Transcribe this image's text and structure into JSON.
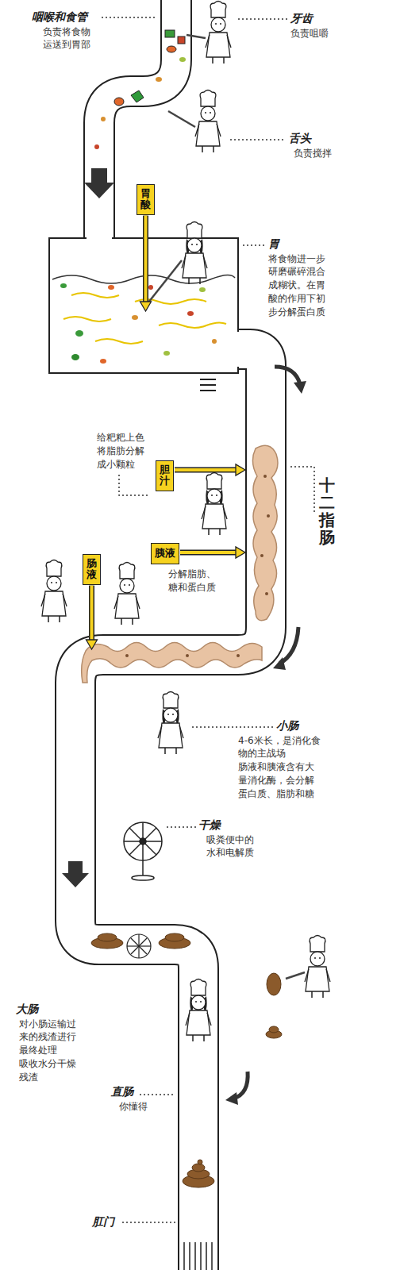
{
  "diagram": {
    "nodes": [
      {
        "text": [
          "胃酸"
        ]
      },
      {
        "text": [
          "胆汁"
        ]
      },
      {
        "text": [
          "肠液"
        ]
      },
      {
        "text": [
          "胰液"
        ]
      }
    ],
    "labels": [
      "咽喉和食管",
      "负责将食物运送到胃部",
      "牙齿",
      "负责咀嚼",
      "舌头",
      "负责搅拌",
      "胃",
      "将食物进一步研磨碾碎混合成糊状。在胃酸的作用下初步分解蛋白质",
      "给粑粑上色 将脂肪分解成小颗粒",
      "十二指肠",
      "分解脂肪、糖和蛋白质",
      "小肠",
      "4-6米长，是消化食物的主战场",
      "肠液和胰液含有大量消化酶，会分解蛋白质、脂肪和糖",
      "干燥",
      "吸粪便中的水和电解质",
      "大肠",
      "对小肠运输过来的残渣进行最终处理",
      "吸收水分干燥残渣",
      "直肠",
      "你懂得",
      "肛门"
    ]
  }
}
